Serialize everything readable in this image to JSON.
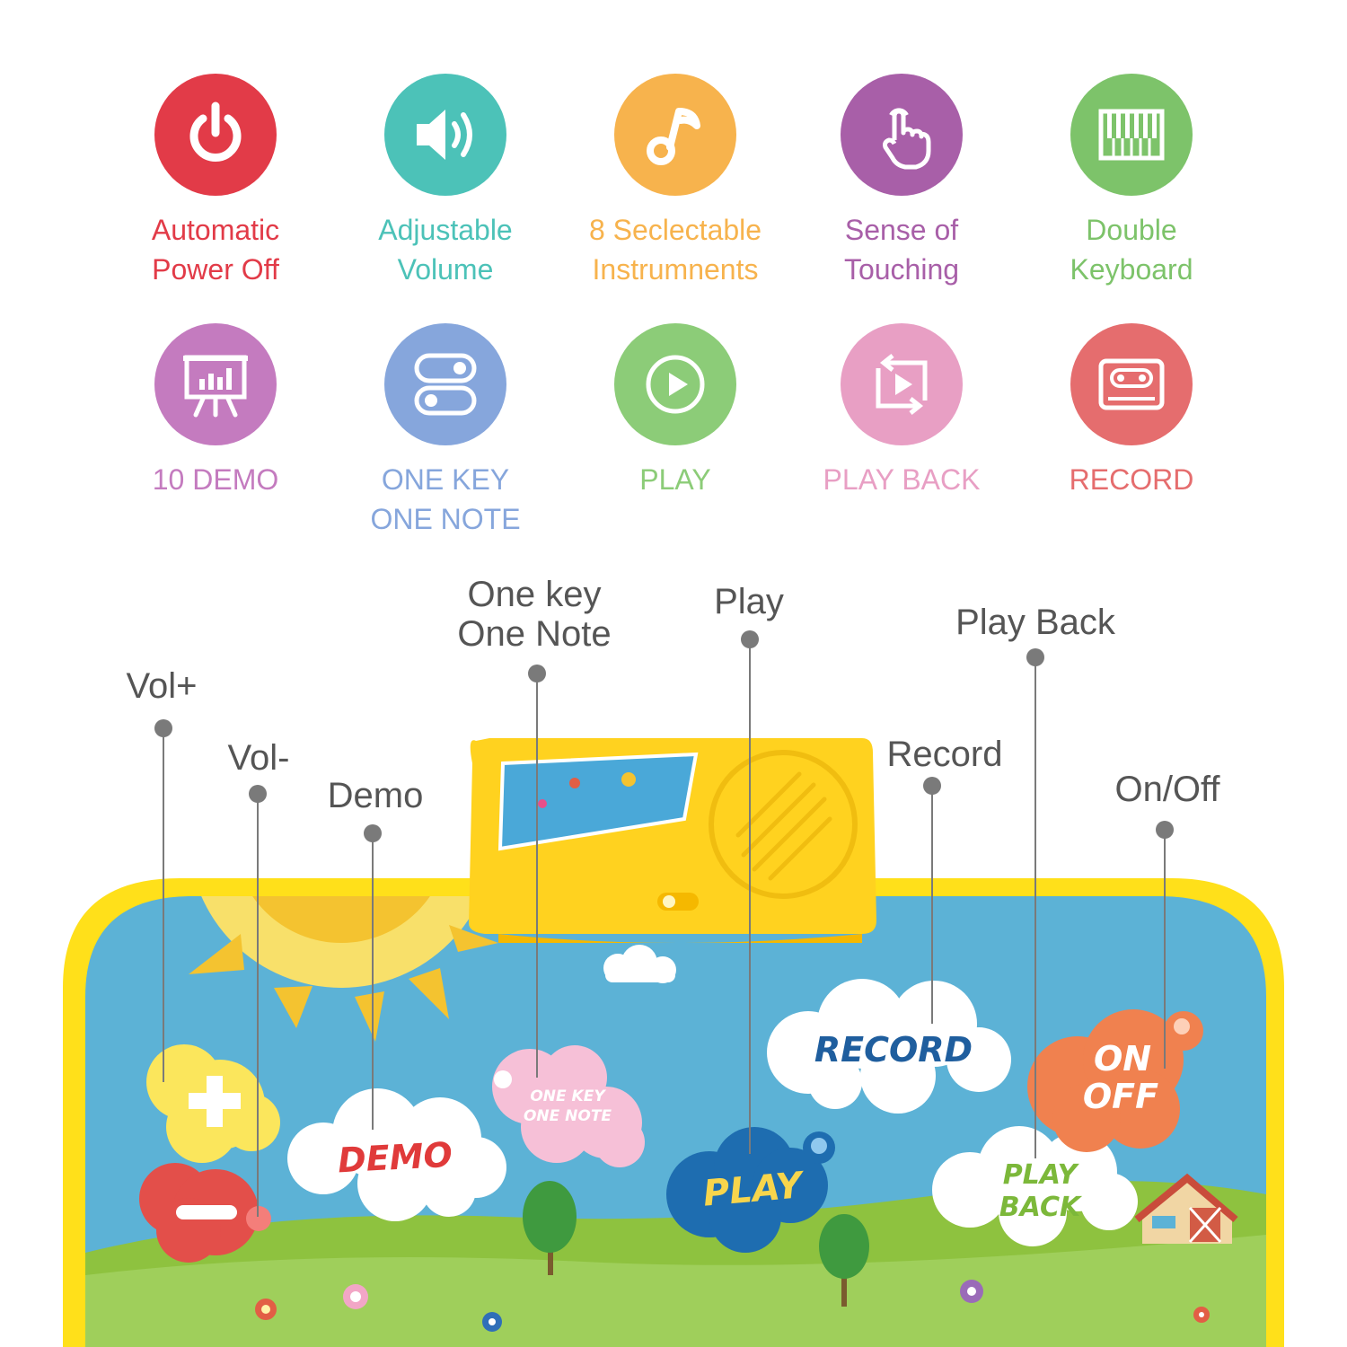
{
  "features": [
    {
      "label": "Automatic\nPower Off",
      "color": "#e23b48",
      "icon": "power-icon"
    },
    {
      "label": "Adjustable\nVolume",
      "color": "#4cc2b8",
      "icon": "speaker-icon"
    },
    {
      "label": "8 Seclectable\nInstrumnents",
      "color": "#f7b34d",
      "icon": "music-note-icon"
    },
    {
      "label": "Sense of\nTouching",
      "color": "#a85fa8",
      "icon": "touch-hand-icon"
    },
    {
      "label": "Double\nKeyboard",
      "color": "#7dc36a",
      "icon": "keyboard-icon"
    },
    {
      "label": "10 DEMO",
      "color": "#c47bbf",
      "icon": "presentation-icon"
    },
    {
      "label": "ONE KEY\nONE NOTE",
      "color": "#86a6dc",
      "icon": "toggle-switch-icon"
    },
    {
      "label": "PLAY",
      "color": "#8ccc78",
      "icon": "play-icon"
    },
    {
      "label": "PLAY BACK",
      "color": "#e89fc4",
      "icon": "playback-icon"
    },
    {
      "label": "RECORD",
      "color": "#e56d6e",
      "icon": "cassette-icon"
    }
  ],
  "callouts": {
    "vol_plus": "Vol+",
    "vol_minus": "Vol-",
    "demo": "Demo",
    "one_key": "One key\nOne Note",
    "play": "Play",
    "record": "Record",
    "play_back": "Play Back",
    "on_off": "On/Off"
  },
  "pad": {
    "demo": "DEMO",
    "one_key_1": "ONE KEY",
    "one_key_2": "ONE NOTE",
    "play": "PLAY",
    "record": "RECORD",
    "play_back_1": "PLAY",
    "play_back_2": "BACK",
    "on": "ON",
    "off": "OFF"
  }
}
